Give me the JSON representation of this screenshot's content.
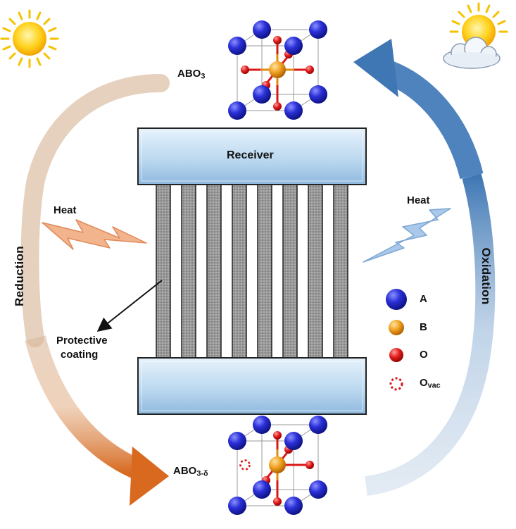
{
  "labels": {
    "receiver": "Receiver",
    "oxidized_formula": "ABO",
    "oxidized_sub": "3",
    "reduced_formula": "ABO",
    "reduced_sub": "3-δ",
    "heat_left": "Heat",
    "heat_right": "Heat",
    "reduction": "Reduction",
    "oxidation": "Oxidation",
    "protective_line1": "Protective",
    "protective_line2": "coating"
  },
  "legend": [
    {
      "symbol": "A-atom-icon",
      "label": "A",
      "sub": ""
    },
    {
      "symbol": "B-atom-icon",
      "label": "B",
      "sub": ""
    },
    {
      "symbol": "O-atom-icon",
      "label": "O",
      "sub": ""
    },
    {
      "symbol": "oxygen-vacancy-icon",
      "label": "O",
      "sub": "vac"
    }
  ],
  "colors": {
    "atom_A": "#1c22c8",
    "atom_B": "#e38a10",
    "atom_O": "#d81818",
    "reduction_arrow": "#d9732c",
    "oxidation_arrow": "#4f83bd",
    "heat_left": "#f2b48c",
    "heat_right": "#a9c8ea",
    "receiver_top": "#dcecf8",
    "receiver_bottom": "#9cc4e4",
    "tube": "#8a8a8a"
  },
  "icons": [
    "sun-icon",
    "sun-cloud-icon"
  ]
}
